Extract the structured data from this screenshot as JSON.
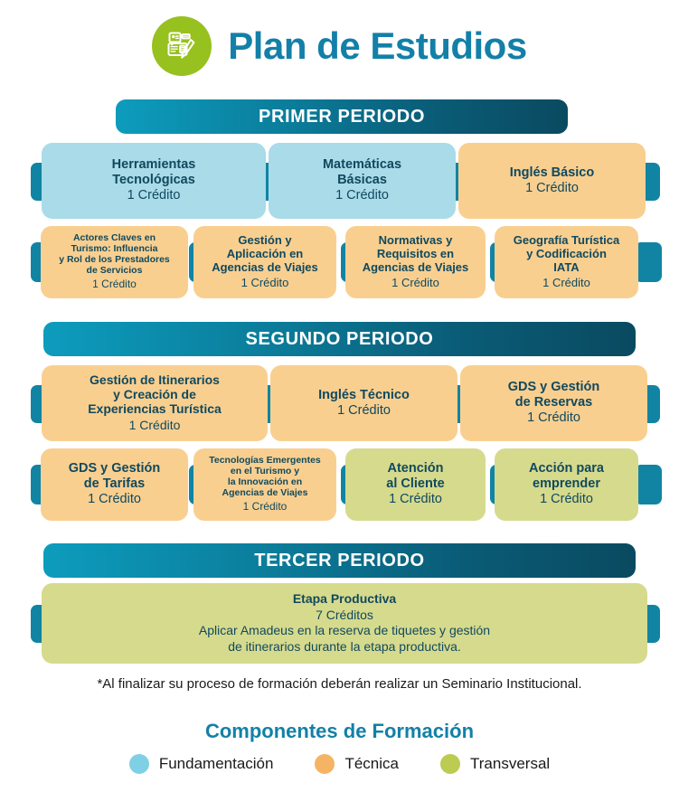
{
  "header": {
    "title": "Plan de Estudios",
    "logo_icon": "id-card-document-pen-icon",
    "logo_bg": "#97c11f",
    "title_color": "#1380a8"
  },
  "colors": {
    "fundamentacion": "#a9dbe9",
    "tecnica": "#f9cf90",
    "transversal": "#d6da8d",
    "bar_gradient_start": "#0d9cbd",
    "bar_gradient_end": "#0a4a60",
    "connector": "#1284a3",
    "box_text": "#10495e"
  },
  "periods": [
    {
      "id": "primer",
      "header": "PRIMER PERIODO",
      "rows": [
        {
          "courses": [
            {
              "name": "Herramientas\nTecnológicas",
              "credits": "1 Crédito",
              "type": "fundamentacion"
            },
            {
              "name": "Matemáticas\nBásicas",
              "credits": "1 Crédito",
              "type": "fundamentacion"
            },
            {
              "name": "Inglés Básico",
              "credits": "1 Crédito",
              "type": "tecnica"
            }
          ]
        },
        {
          "courses": [
            {
              "name": "Actores Claves en\nTurismo: Influencia\ny Rol de los Prestadores\nde Servicios",
              "credits": "1 Crédito",
              "type": "tecnica"
            },
            {
              "name": "Gestión y\nAplicación en\nAgencias de Viajes",
              "credits": "1 Crédito",
              "type": "tecnica"
            },
            {
              "name": "Normativas y\nRequisitos en\nAgencias de Viajes",
              "credits": "1 Crédito",
              "type": "tecnica"
            },
            {
              "name": "Geografía Turística\ny Codificación\nIATA",
              "credits": "1 Crédito",
              "type": "tecnica"
            }
          ]
        }
      ]
    },
    {
      "id": "segundo",
      "header": "SEGUNDO PERIODO",
      "rows": [
        {
          "courses": [
            {
              "name": "Gestión de Itinerarios\ny Creación de\nExperiencias Turística",
              "credits": "1 Crédito",
              "type": "tecnica"
            },
            {
              "name": "Inglés Técnico",
              "credits": "1 Crédito",
              "type": "tecnica"
            },
            {
              "name": "GDS y Gestión\nde Reservas",
              "credits": "1 Crédito",
              "type": "tecnica"
            }
          ]
        },
        {
          "courses": [
            {
              "name": "GDS y Gestión\nde Tarifas",
              "credits": "1 Crédito",
              "type": "tecnica"
            },
            {
              "name": "Tecnologías Emergentes\nen el Turismo y\nla Innovación en\nAgencias de Viajes",
              "credits": "1 Crédito",
              "type": "tecnica"
            },
            {
              "name": "Atención\nal Cliente",
              "credits": "1 Crédito",
              "type": "transversal"
            },
            {
              "name": "Acción para\nemprender",
              "credits": "1 Crédito",
              "type": "transversal"
            }
          ]
        }
      ]
    },
    {
      "id": "tercer",
      "header": "TERCER PERIODO",
      "rows": [
        {
          "courses": [
            {
              "name": "Etapa Productiva",
              "credits": "7 Créditos",
              "description": "Aplicar Amadeus en la reserva de tiquetes y gestión\nde itinerarios durante la etapa productiva.",
              "type": "transversal"
            }
          ]
        }
      ]
    }
  ],
  "footnote": "*Al finalizar su proceso de formación deberán realizar un Seminario Institucional.",
  "legend": {
    "title": "Componentes de Formación",
    "items": [
      {
        "label": "Fundamentación",
        "color": "#80d0e5"
      },
      {
        "label": "Técnica",
        "color": "#f5b464"
      },
      {
        "label": "Transversal",
        "color": "#bccb51"
      }
    ]
  }
}
